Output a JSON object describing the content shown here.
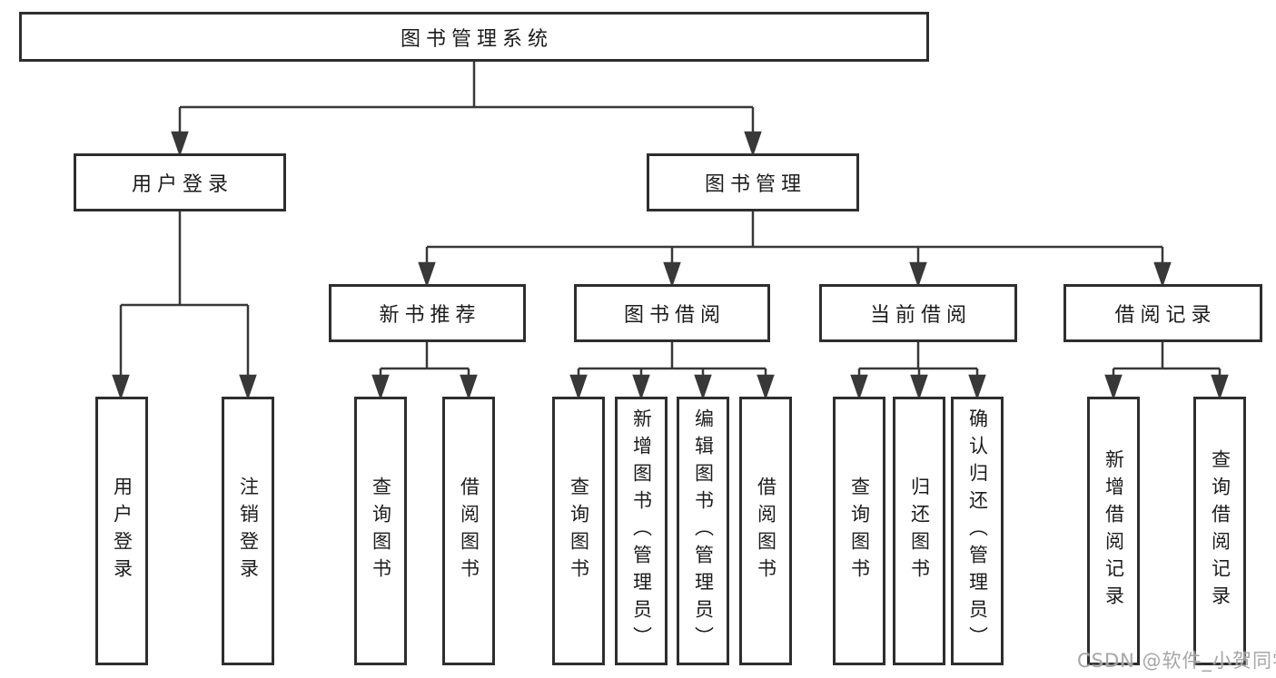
{
  "diagram": {
    "type": "hierarchy-tree",
    "root": {
      "label": "图书管理系统"
    },
    "children": [
      {
        "label": "用户登录",
        "children": [
          {
            "label": "用户登录"
          },
          {
            "label": "注销登录"
          }
        ]
      },
      {
        "label": "图书管理",
        "children": [
          {
            "label": "新书推荐",
            "children": [
              {
                "label": "查询图书"
              },
              {
                "label": "借阅图书"
              }
            ]
          },
          {
            "label": "图书借阅",
            "children": [
              {
                "label": "查询图书"
              },
              {
                "label": "新增图书（管理员）"
              },
              {
                "label": "编辑图书（管理员）"
              },
              {
                "label": "借阅图书"
              }
            ]
          },
          {
            "label": "当前借阅",
            "children": [
              {
                "label": "查询图书"
              },
              {
                "label": "归还图书"
              },
              {
                "label": "确认归还（管理员）"
              }
            ]
          },
          {
            "label": "借阅记录",
            "children": [
              {
                "label": "新增借阅记录"
              },
              {
                "label": "查询借阅记录"
              }
            ]
          }
        ]
      }
    ]
  },
  "watermark": {
    "text": "CSDN @软件_小贺同学"
  },
  "colors": {
    "background": "#ffffff",
    "line": "#383838",
    "box_border": "#2e2e2e",
    "text": "#1c1c1c",
    "watermark": "#9e9e9e"
  }
}
